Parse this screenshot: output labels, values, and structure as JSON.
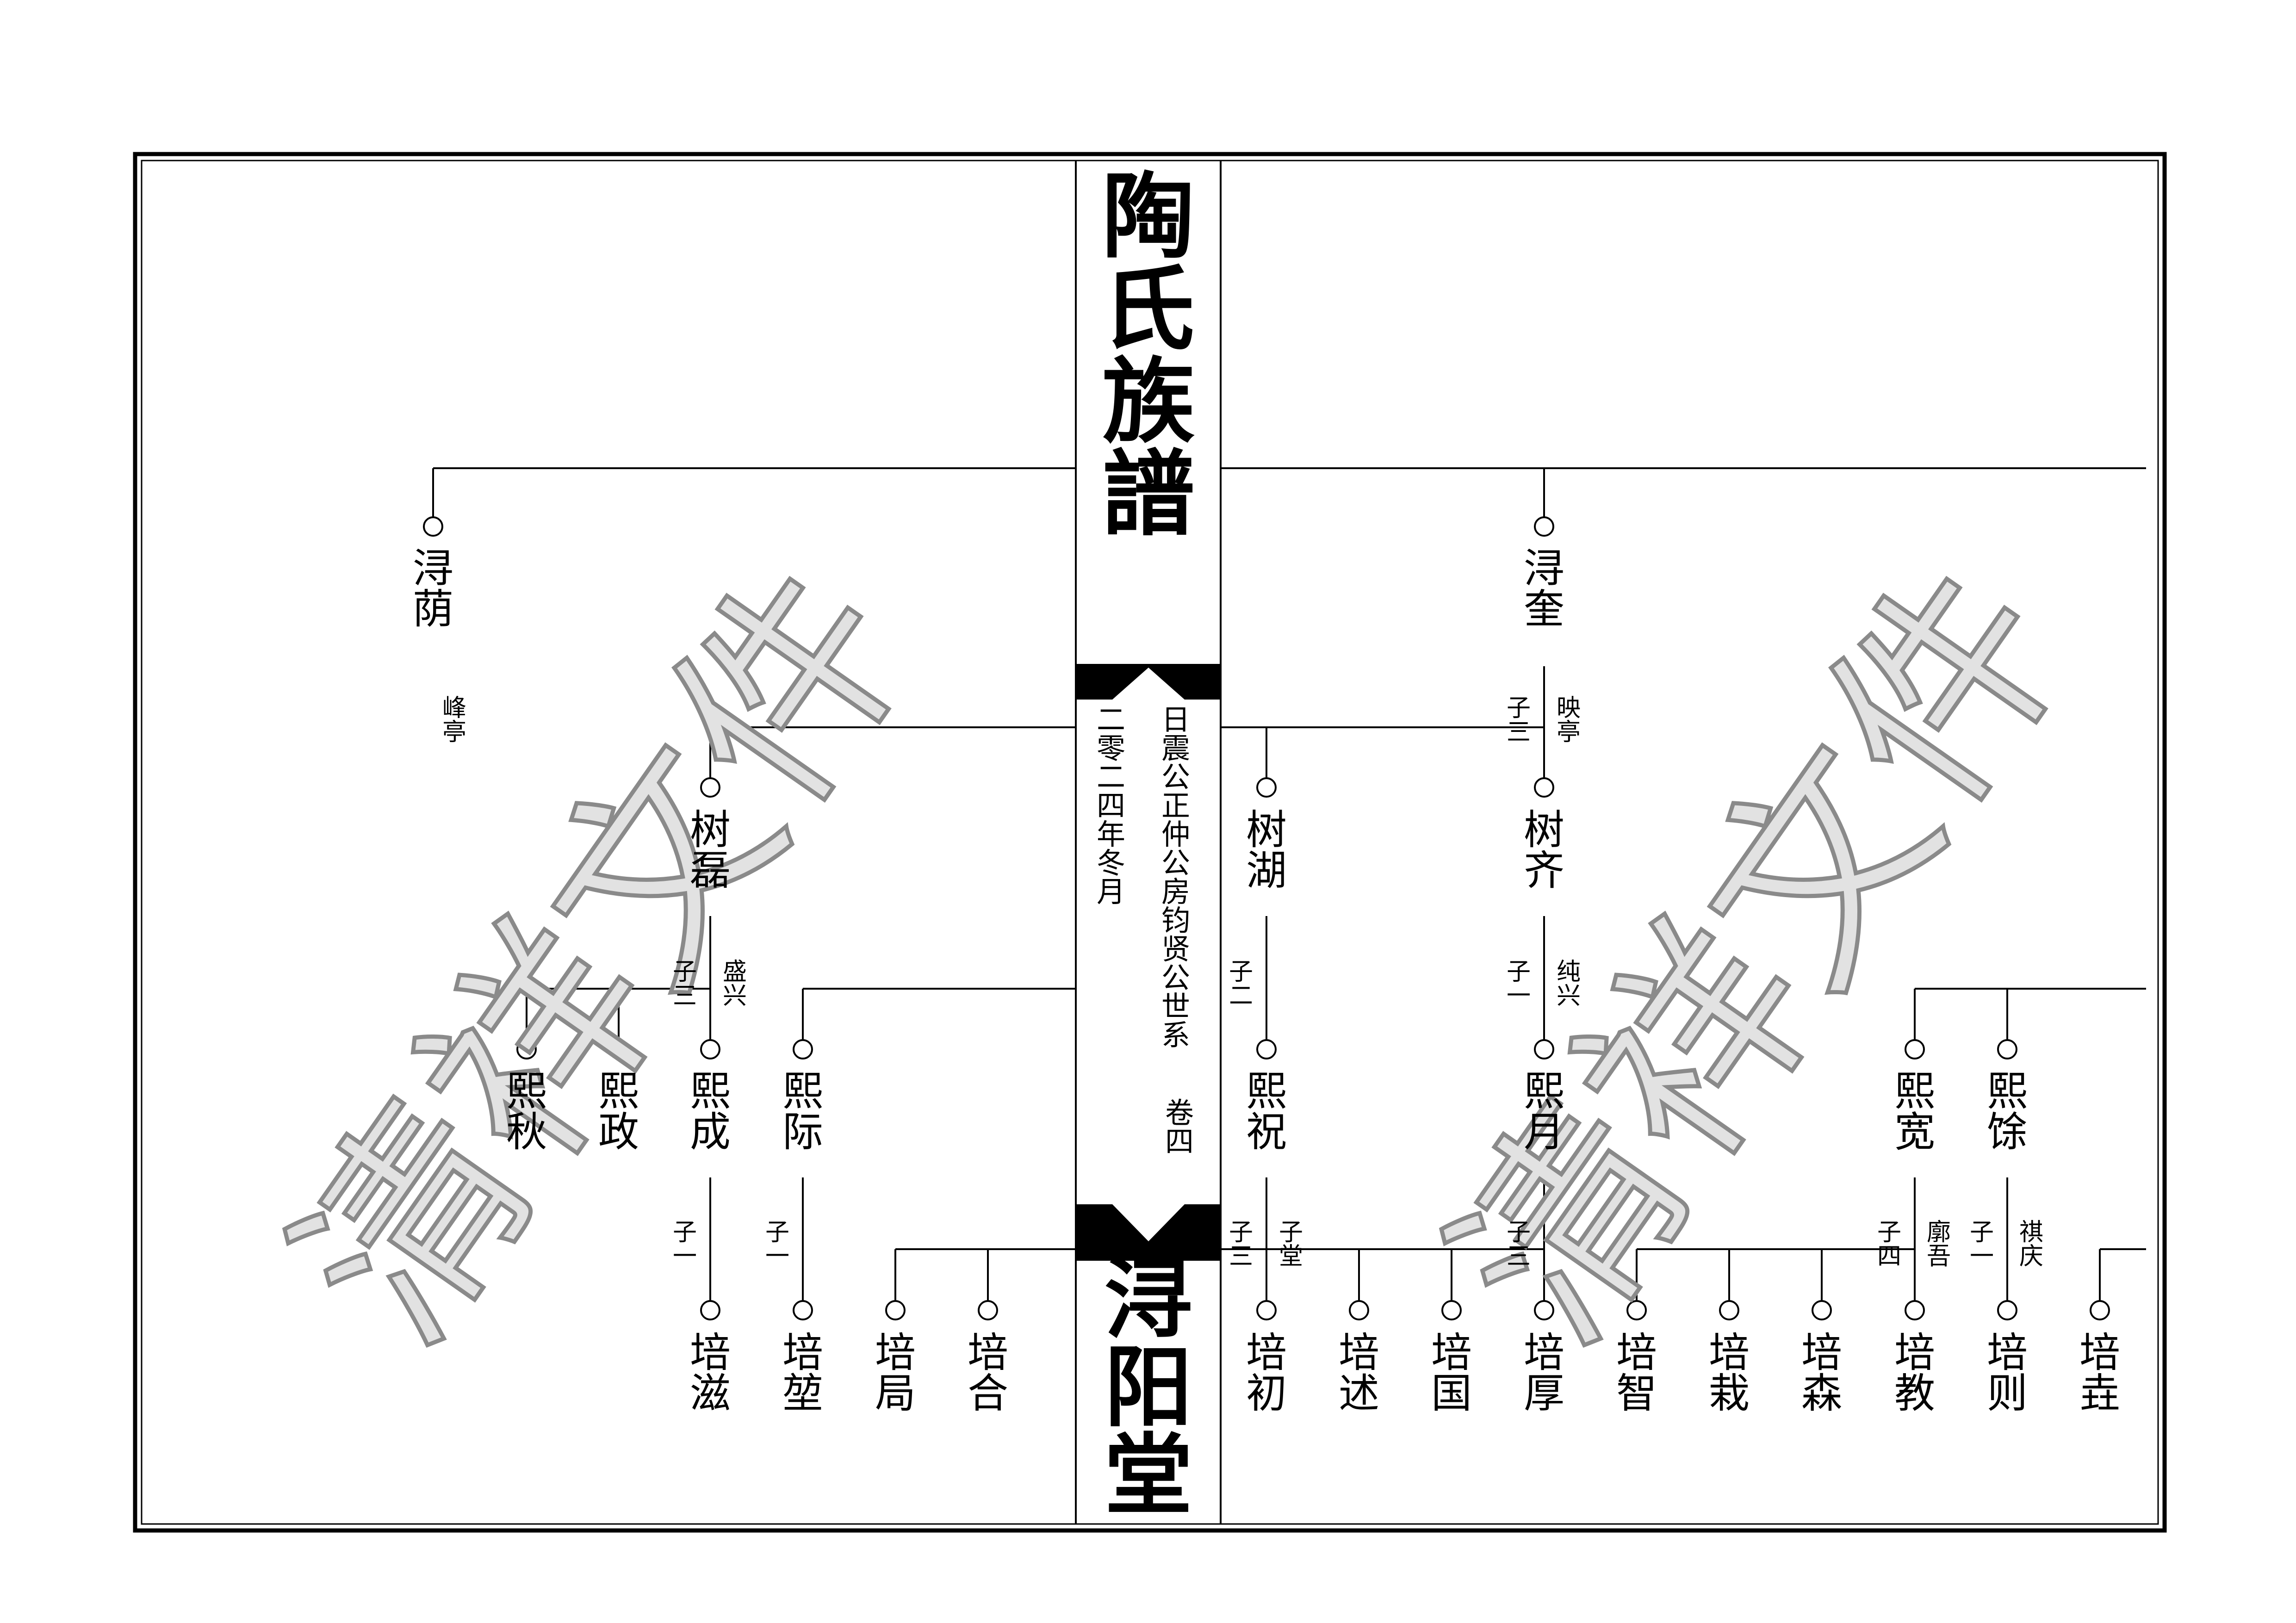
{
  "title": "陶氏族譜",
  "hall": "浔阳堂",
  "branch": "日震公正仲公房钧贤公世系",
  "volume": "卷四",
  "date": "二零二四年冬月",
  "watermark": "清祥文件",
  "people": [
    {
      "id": "xunyin",
      "name": "浔荫"
    },
    {
      "id": "xunkui",
      "name": "浔奎"
    },
    {
      "id": "shulei",
      "name": "树磊"
    },
    {
      "id": "shuhu",
      "name": "树湖"
    },
    {
      "id": "shuqi",
      "name": "树齐"
    },
    {
      "id": "xiqiu",
      "name": "熙秋"
    },
    {
      "id": "xizheng",
      "name": "熙政"
    },
    {
      "id": "xicheng",
      "name": "熙成"
    },
    {
      "id": "xiji",
      "name": "熙际"
    },
    {
      "id": "xizhu",
      "name": "熙祝"
    },
    {
      "id": "xiyue",
      "name": "熙月"
    },
    {
      "id": "xikuan",
      "name": "熙宽"
    },
    {
      "id": "xitu",
      "name": "熙馀"
    },
    {
      "id": "peizi",
      "name": "培滋"
    },
    {
      "id": "peishi",
      "name": "培堃"
    },
    {
      "id": "peiju",
      "name": "培局"
    },
    {
      "id": "peihe",
      "name": "培合"
    },
    {
      "id": "peichu",
      "name": "培初"
    },
    {
      "id": "peishu",
      "name": "培述"
    },
    {
      "id": "peiguo",
      "name": "培国"
    },
    {
      "id": "peihou",
      "name": "培厚"
    },
    {
      "id": "peizhi",
      "name": "培智"
    },
    {
      "id": "peizai",
      "name": "培栽"
    },
    {
      "id": "peisen",
      "name": "培森"
    },
    {
      "id": "peijiao",
      "name": "培教"
    },
    {
      "id": "peize",
      "name": "培则"
    },
    {
      "id": "peikui",
      "name": "培垚"
    }
  ],
  "annotations": [
    {
      "id": "fengting",
      "text": "峰亭"
    },
    {
      "id": "yingting",
      "text": "映亭"
    },
    {
      "id": "shengxing",
      "text": "盛兴"
    },
    {
      "id": "chunxing",
      "text": "纯兴"
    },
    {
      "id": "zitang",
      "text": "子堂"
    },
    {
      "id": "langwu",
      "text": "廓吾"
    },
    {
      "id": "qiqing",
      "text": "祺庆"
    }
  ],
  "son_counts": [
    {
      "id": "sc_yingting",
      "text": "子三"
    },
    {
      "id": "sc_shulei",
      "text": "子三"
    },
    {
      "id": "sc_shuhu",
      "text": "子二"
    },
    {
      "id": "sc_shuqi",
      "text": "子一"
    },
    {
      "id": "sc_xicheng",
      "text": "子一"
    },
    {
      "id": "sc_xiji",
      "text": "子一"
    },
    {
      "id": "sc_xizhu",
      "text": "子三"
    },
    {
      "id": "sc_xiyue",
      "text": "子三"
    },
    {
      "id": "sc_xikuan",
      "text": "子四"
    },
    {
      "id": "sc_xitu",
      "text": "子一"
    }
  ]
}
